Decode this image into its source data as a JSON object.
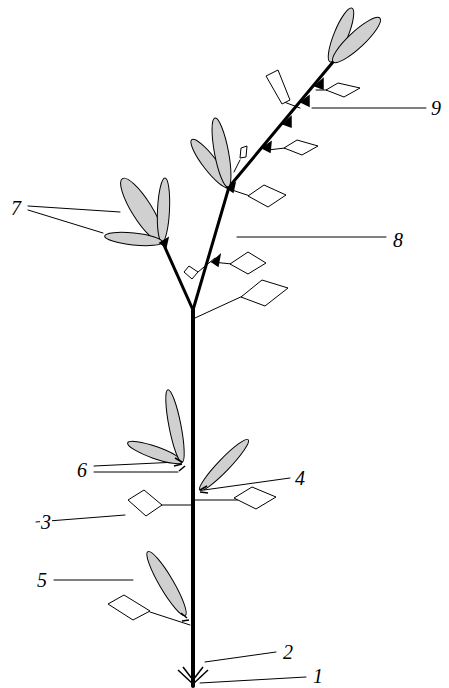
{
  "diagram": {
    "labels": [
      "9",
      "7",
      "8",
      "6",
      "4",
      "3",
      "5",
      "2",
      "1"
    ]
  }
}
